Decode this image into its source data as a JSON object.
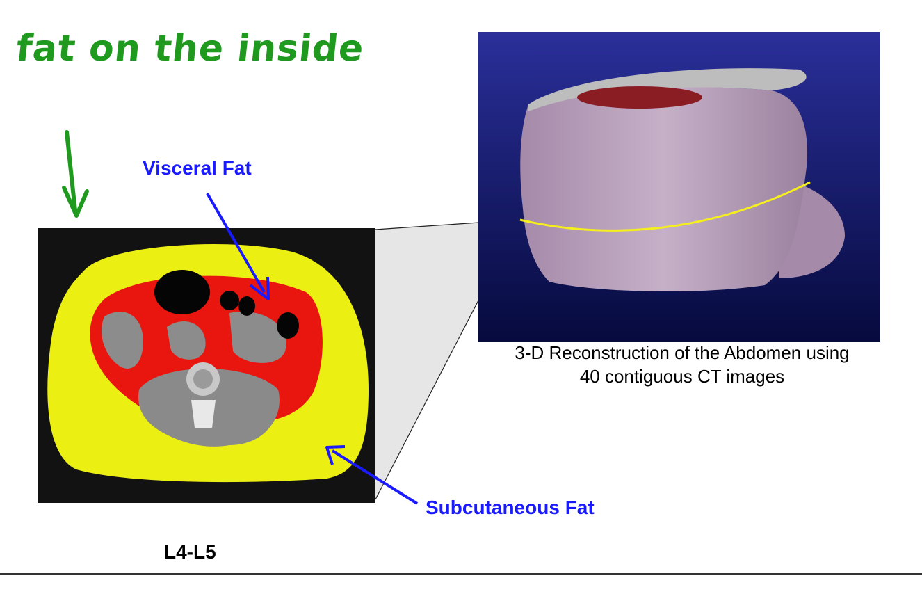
{
  "handwritten_note": "fat on the inside",
  "labels": {
    "visceral": "Visceral Fat",
    "subcutaneous": "Subcutaneous Fat",
    "level": "L4-L5"
  },
  "caption": {
    "line1": "3-D Reconstruction of the Abdomen using",
    "line2": "40 contiguous CT images"
  },
  "colors": {
    "visceral_fat": "#e8160f",
    "subcutaneous_fat": "#ecef12",
    "annotation_blue": "#1a1aff",
    "handwriting_green": "#1f9a1f",
    "reconstruction_bg": "#101a6a",
    "reconstruction_surface": "#b9a0bd"
  },
  "icons": {
    "down_arrow": "green-handwritten-down-arrow-icon",
    "visceral_pointer": "blue-arrow-icon",
    "subcutaneous_pointer": "blue-arrow-icon"
  }
}
